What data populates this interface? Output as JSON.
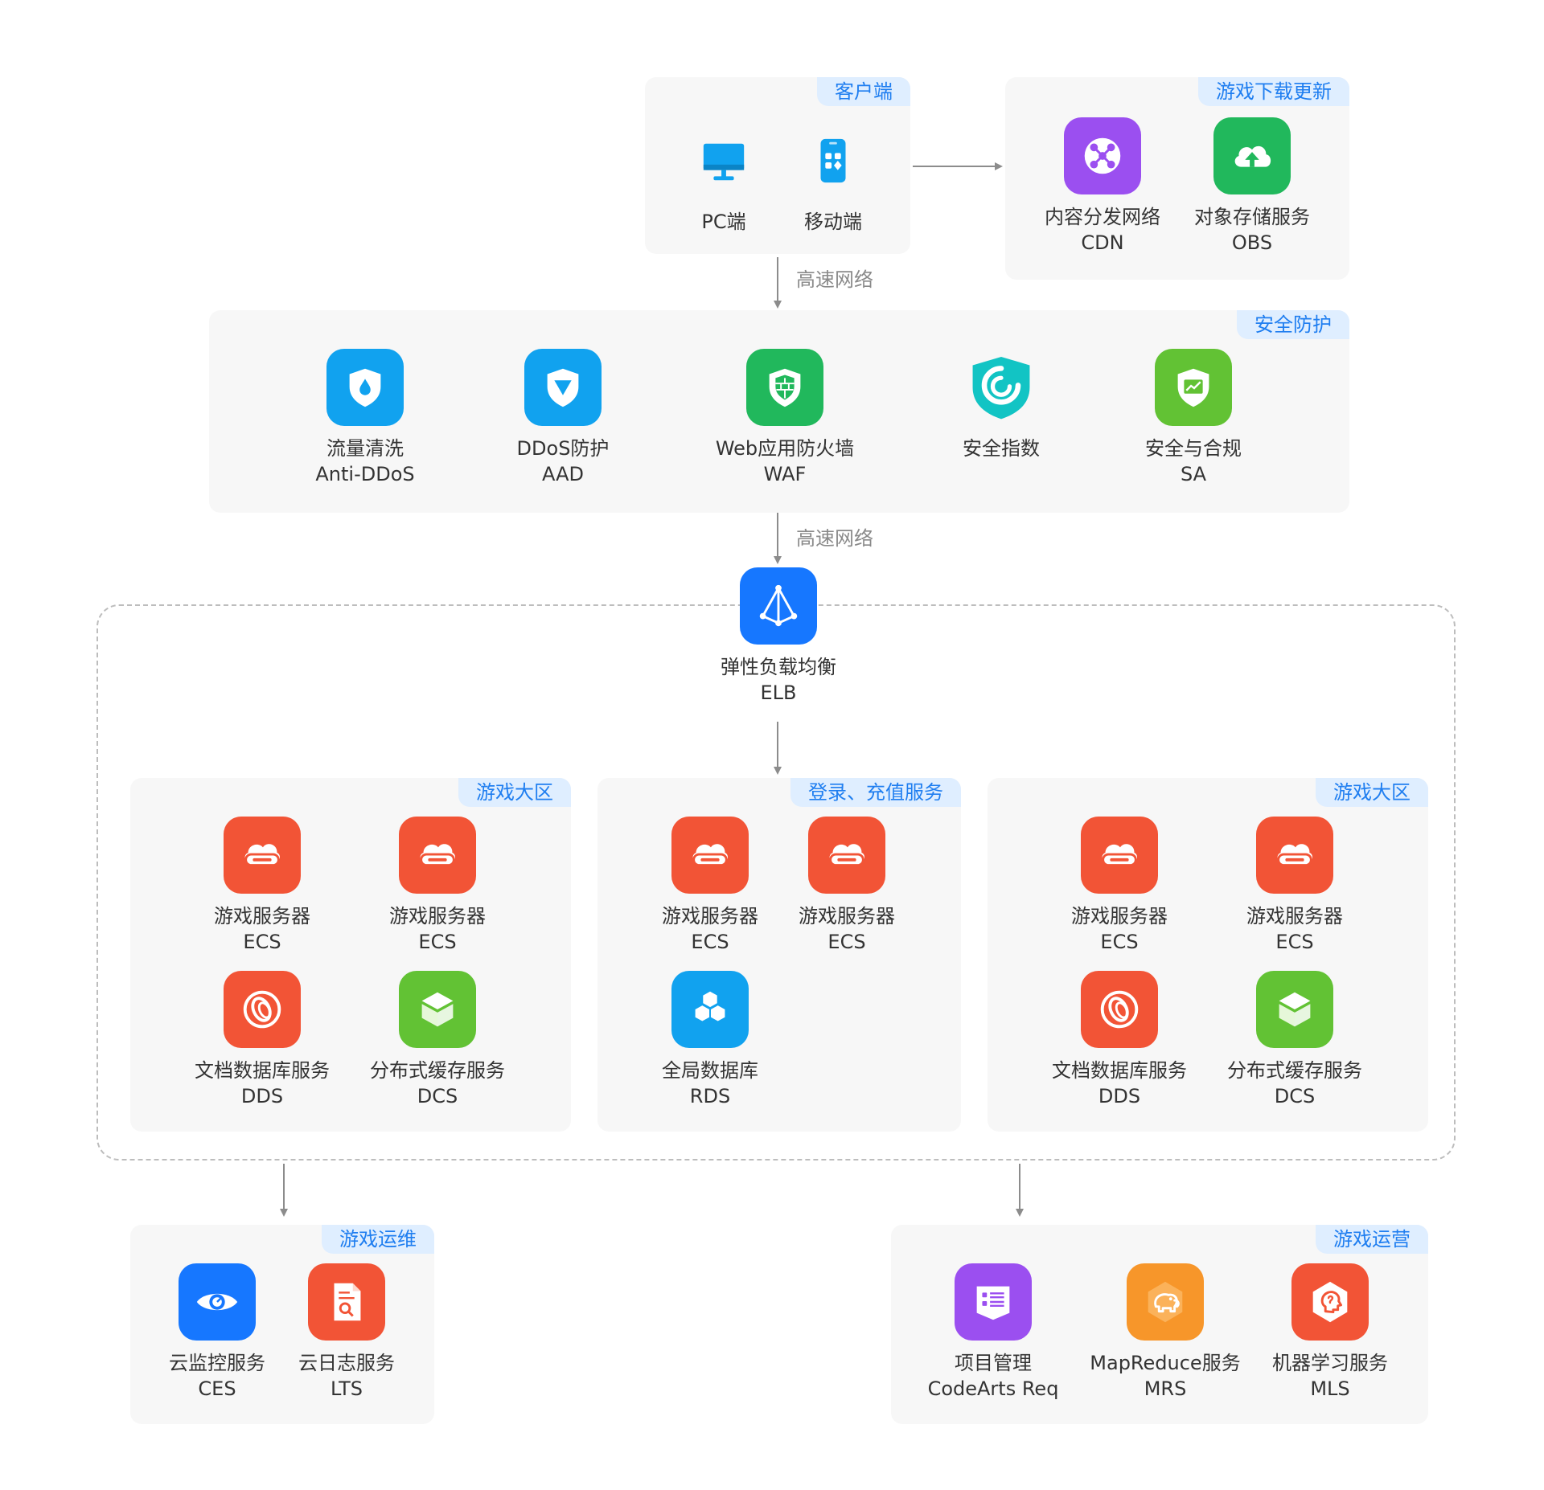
{
  "network_label": "高速网络",
  "groups": {
    "client": "客户端",
    "download": "游戏下载更新",
    "security": "安全防护",
    "zone1": "游戏大区",
    "login": "登录、充值服务",
    "zone2": "游戏大区",
    "ops": "游戏运维",
    "operation": "游戏运营"
  },
  "nodes": {
    "pc": {
      "name": "PC端",
      "icon": "monitor-icon",
      "color": "#11a2ef"
    },
    "mobile": {
      "name": "移动端",
      "icon": "mobile-app-icon",
      "color": "#11a2ef"
    },
    "cdn": {
      "name": "内容分发网络",
      "code": "CDN",
      "icon": "cdn-network-icon",
      "color": "#9b4ff0"
    },
    "obs": {
      "name": "对象存储服务",
      "code": "OBS",
      "icon": "cloud-upload-icon",
      "color": "#21b85c"
    },
    "antiddos": {
      "name": "流量清洗",
      "code": "Anti-DDoS",
      "icon": "shield-drop-icon",
      "color": "#11a2ef"
    },
    "aad": {
      "name": "DDoS防护",
      "code": "AAD",
      "icon": "shield-triangle-icon",
      "color": "#11a2ef"
    },
    "waf": {
      "name": "Web应用防火墙",
      "code": "WAF",
      "icon": "shield-brick-icon",
      "color": "#21b85c"
    },
    "secindex": {
      "name": "安全指数",
      "icon": "shield-ring-icon",
      "color": "#12c4c4"
    },
    "sa": {
      "name": "安全与合规",
      "code": "SA",
      "icon": "shield-chart-icon",
      "color": "#62c234"
    },
    "elb": {
      "name": "弹性负载均衡",
      "code": "ELB",
      "icon": "load-balancer-icon",
      "color": "#1677ff"
    },
    "ecs": {
      "name": "游戏服务器",
      "code": "ECS",
      "icon": "server-cloud-icon",
      "color": "#f25436"
    },
    "dds": {
      "name": "文档数据库服务",
      "code": "DDS",
      "icon": "document-db-icon",
      "color": "#f25436"
    },
    "dcs": {
      "name": "分布式缓存服务",
      "code": "DCS",
      "icon": "cube-cache-icon",
      "color": "#62c234"
    },
    "rds": {
      "name": "全局数据库",
      "code": "RDS",
      "icon": "hexagon-db-icon",
      "color": "#11a2ef"
    },
    "ces": {
      "name": "云监控服务",
      "code": "CES",
      "icon": "monitor-eye-icon",
      "color": "#1677ff"
    },
    "lts": {
      "name": "云日志服务",
      "code": "LTS",
      "icon": "log-search-icon",
      "color": "#f25436"
    },
    "req": {
      "name": "项目管理",
      "code": "CodeArts Req",
      "icon": "project-list-icon",
      "color": "#9b4ff0"
    },
    "mrs": {
      "name": "MapReduce服务",
      "code": "MRS",
      "icon": "elephant-icon",
      "color": "#f7962a"
    },
    "mls": {
      "name": "机器学习服务",
      "code": "MLS",
      "icon": "brain-head-icon",
      "color": "#f25436"
    }
  }
}
